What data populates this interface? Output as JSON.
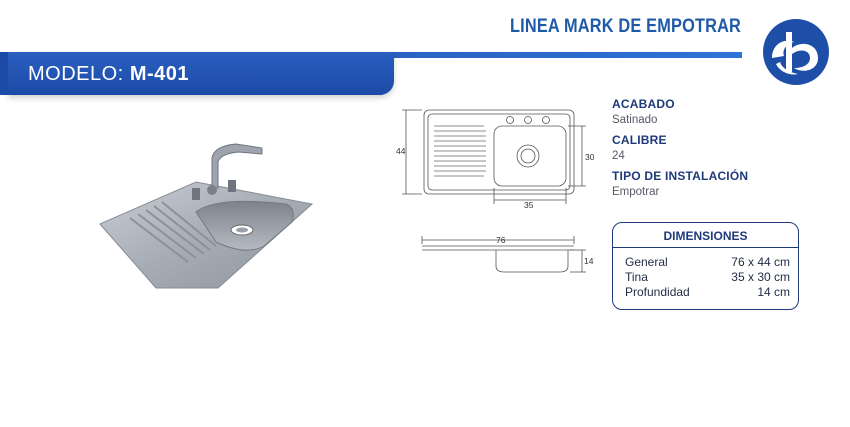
{
  "header": {
    "line_title": "LINEA MARK DE EMPOTRAR",
    "model_label": "MODELO:",
    "model_code": "M-401"
  },
  "drawing": {
    "width_label": "76",
    "height_label": "44",
    "bowl_width_label": "35",
    "bowl_height_label": "30",
    "depth_label": "14"
  },
  "specs": [
    {
      "label": "ACABADO",
      "value": "Satinado"
    },
    {
      "label": "CALIBRE",
      "value": "24"
    },
    {
      "label": "TIPO DE INSTALACIÓN",
      "value": "Empotrar"
    }
  ],
  "dimensions": {
    "title": "DIMENSIONES",
    "rows": [
      {
        "name": "General",
        "value": "76 x 44 cm"
      },
      {
        "name": "Tina",
        "value": "35 x 30 cm"
      },
      {
        "name": "Profundidad",
        "value": "14 cm"
      }
    ]
  },
  "colors": {
    "brand_blue": "#1e5aa8",
    "navy": "#1f3a7a"
  },
  "icons": {
    "logo": "brand-logo-icon",
    "photo": "sink-photo"
  }
}
